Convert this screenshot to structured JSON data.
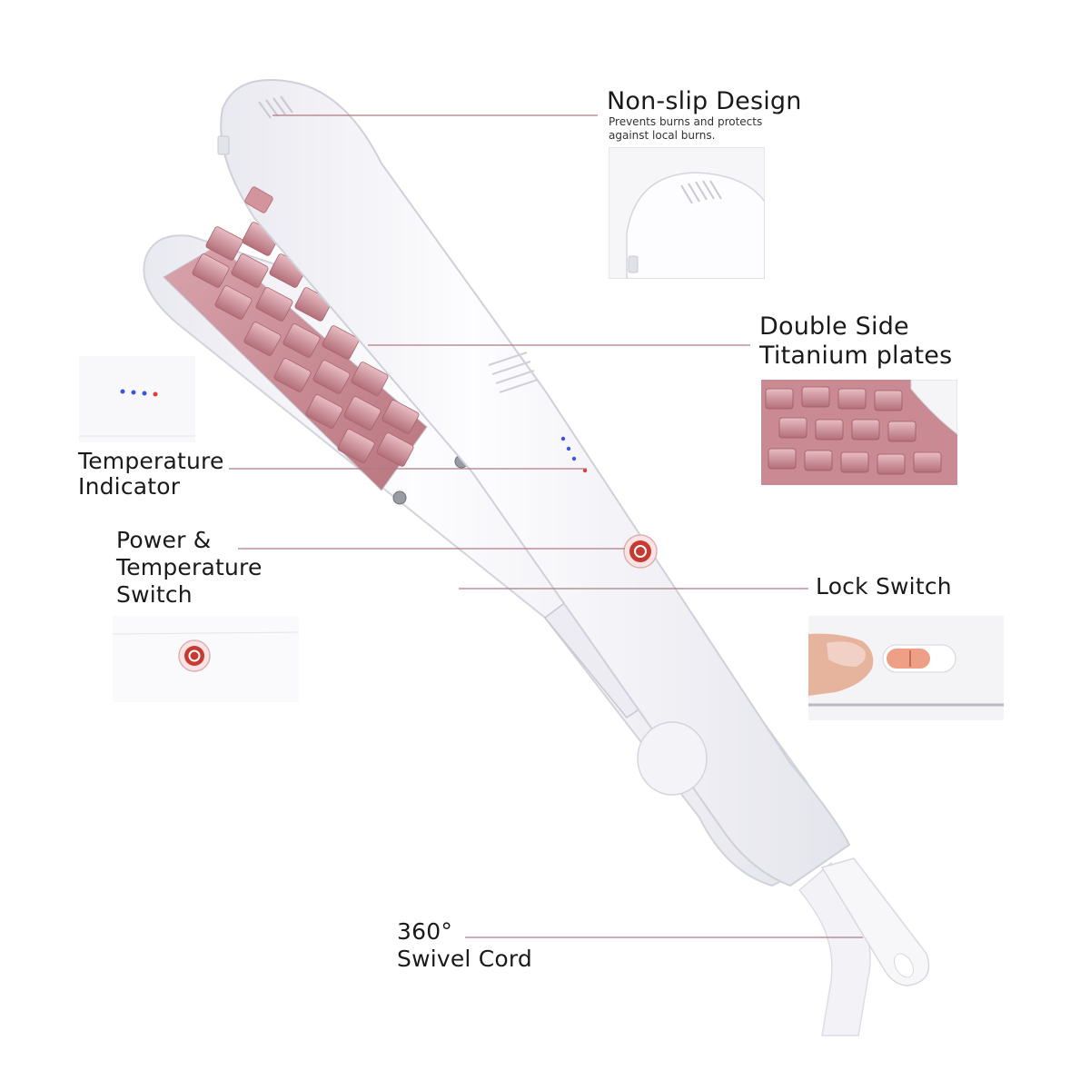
{
  "colors": {
    "accent_pink": "#c98a93",
    "leader_line": "#b07a85",
    "body_white": "#fbfbfd",
    "indicator_blue": "#3b55e0",
    "indicator_red": "#e33a3a"
  },
  "features": {
    "non_slip": {
      "title": "Non-slip Design",
      "subtitle_line1": "Prevents burns and protects",
      "subtitle_line2": "against local burns."
    },
    "plates": {
      "title_line1": "Double Side",
      "title_line2": "Titanium plates"
    },
    "temperature_indicator": {
      "title_line1": "Temperature",
      "title_line2": "Indicator"
    },
    "power_switch": {
      "title_line1": "Power &",
      "title_line2": "Temperature",
      "title_line3": "Switch"
    },
    "lock_switch": {
      "title": "Lock Switch"
    },
    "swivel_cord": {
      "title_line1": "360°",
      "title_line2": "Swivel Cord"
    }
  },
  "icons": [
    "power-button-icon",
    "temperature-indicator-dots-icon",
    "lock-slider-icon"
  ]
}
